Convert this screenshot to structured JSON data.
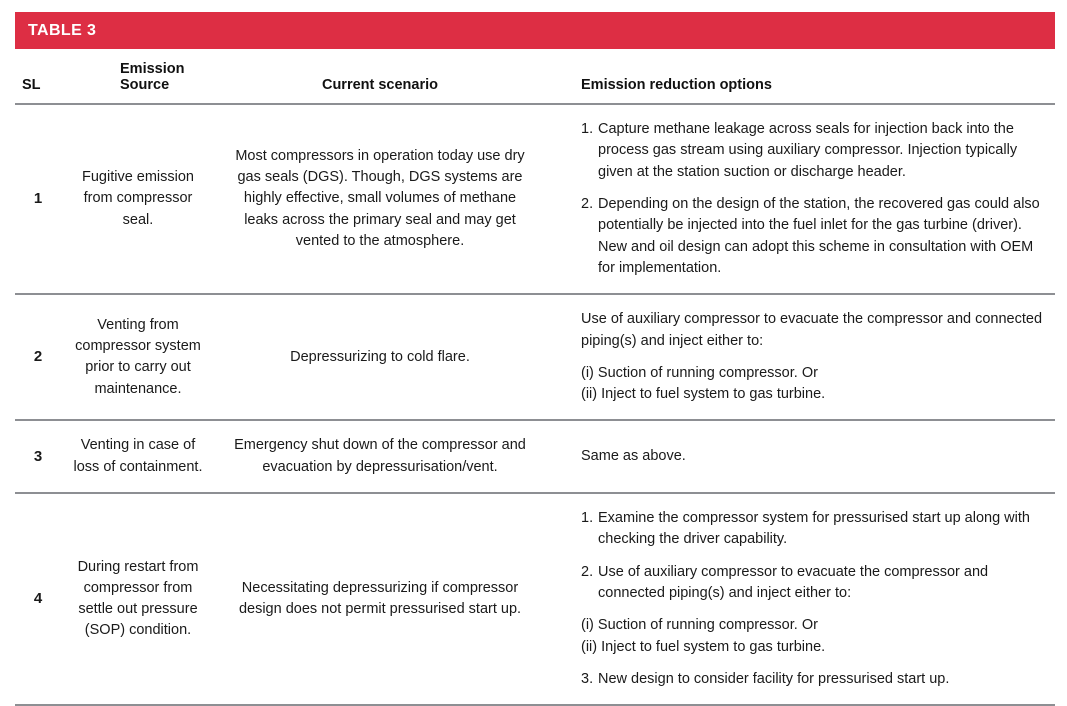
{
  "banner": {
    "title": "TABLE 3",
    "color": "#dd2e44",
    "text_color": "#ffffff"
  },
  "table": {
    "columns": [
      {
        "key": "sl",
        "label": "SL"
      },
      {
        "key": "source",
        "label": "Emission Source"
      },
      {
        "key": "current",
        "label": "Current scenario"
      },
      {
        "key": "options",
        "label": "Emission reduction options"
      }
    ],
    "rows": [
      {
        "sl": "1",
        "source": "Fugitive emission from compressor seal.",
        "current": "Most compressors in operation today use dry gas seals (DGS). Though, DGS systems are highly effective, small volumes of methane leaks across the primary seal and may get vented to the atmosphere.",
        "options": [
          {
            "type": "numbered",
            "number": "1.",
            "text": "Capture methane leakage across seals for injection back into the process gas stream using auxiliary compressor. Injection typically given at the station suction or discharge header."
          },
          {
            "type": "numbered",
            "number": "2.",
            "text": "Depending on the design of the station, the recovered gas could also potentially be injected into the fuel inlet for the gas turbine (driver). New and oil design can adopt this scheme in consultation with OEM for implementation."
          }
        ]
      },
      {
        "sl": "2",
        "source": "Venting from compressor system prior to carry out maintenance.",
        "current": "Depressurizing to cold flare.",
        "options": [
          {
            "type": "plain",
            "lines": [
              "Use of auxiliary compressor to evacuate the compressor and connected piping(s) and inject either to:"
            ]
          },
          {
            "type": "plain",
            "lines": [
              "(i) Suction of running compressor. Or",
              "(ii) Inject to fuel system to gas turbine."
            ]
          }
        ]
      },
      {
        "sl": "3",
        "source": "Venting in case of loss of containment.",
        "current": "Emergency shut down of the compressor and evacuation by depressurisation/vent.",
        "options": [
          {
            "type": "plain",
            "lines": [
              "Same as above."
            ]
          }
        ]
      },
      {
        "sl": "4",
        "source": "During restart from compressor from settle out pressure (SOP) condition.",
        "current": "Necessitating depressurizing if compressor design does not permit pressurised start up.",
        "options": [
          {
            "type": "numbered",
            "number": "1.",
            "text": "Examine the compressor system for pressurised start up along with checking the driver capability."
          },
          {
            "type": "numbered",
            "number": "2.",
            "text": "Use of auxiliary compressor to evacuate the compressor and connected piping(s) and inject either to:"
          },
          {
            "type": "plain",
            "lines": [
              "(i) Suction of running compressor. Or",
              "(ii) Inject to fuel system to gas turbine."
            ]
          },
          {
            "type": "numbered",
            "number": "3.",
            "text": "New design to consider facility for pressurised start up."
          }
        ]
      }
    ]
  }
}
